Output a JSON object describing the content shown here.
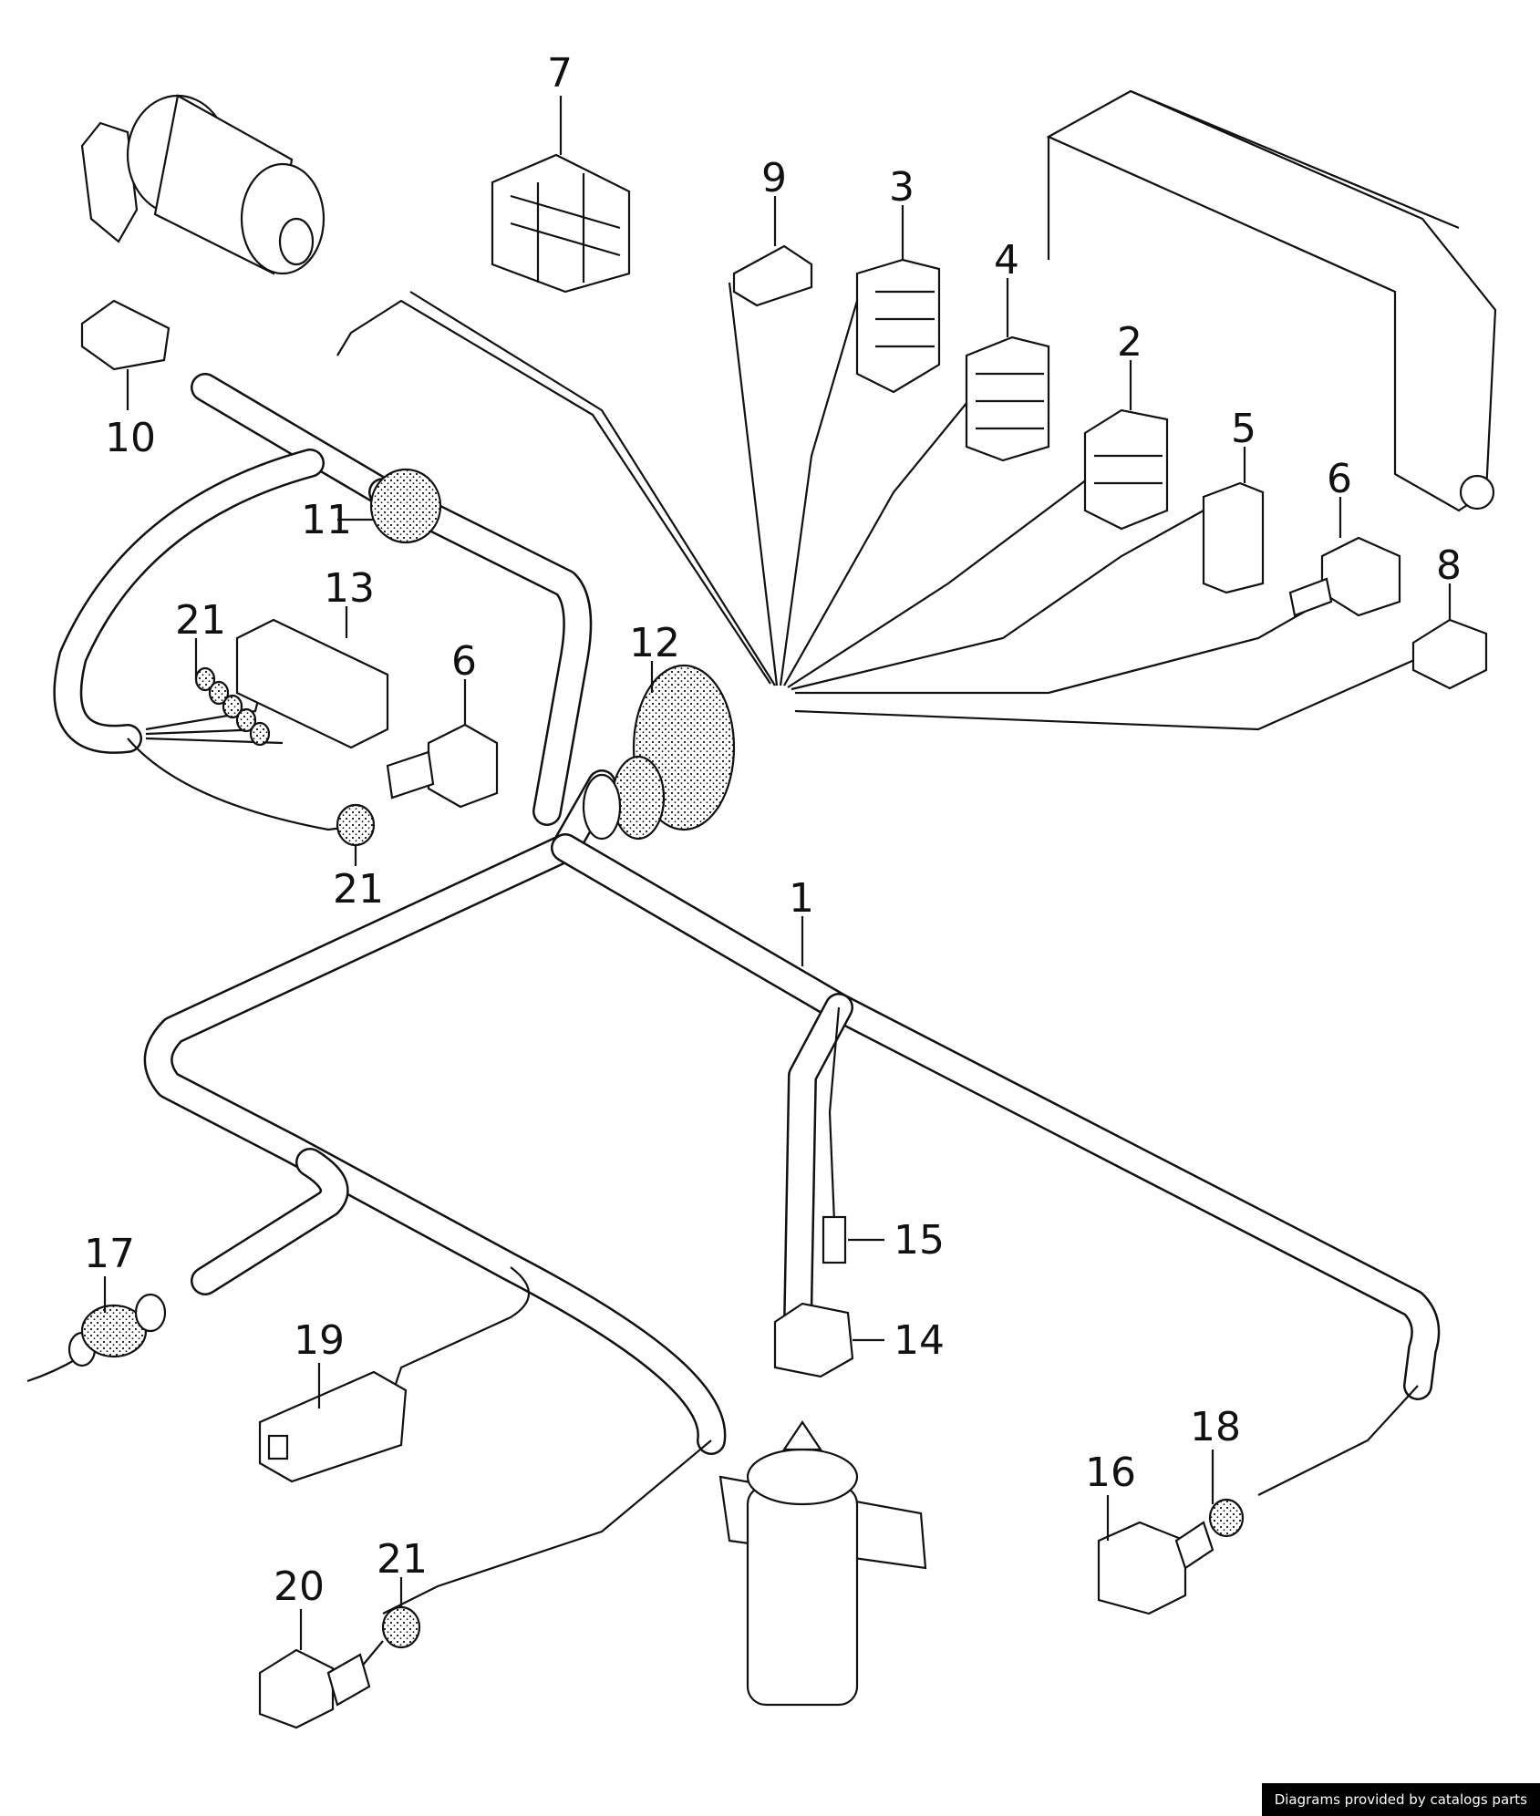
{
  "diagram": {
    "callouts": [
      "1",
      "2",
      "3",
      "4",
      "5",
      "6",
      "6",
      "7",
      "8",
      "9",
      "10",
      "11",
      "12",
      "13",
      "14",
      "15",
      "16",
      "17",
      "18",
      "19",
      "20",
      "21",
      "21",
      "21"
    ]
  },
  "footer": {
    "credit": "Diagrams provided by catalogs parts"
  }
}
